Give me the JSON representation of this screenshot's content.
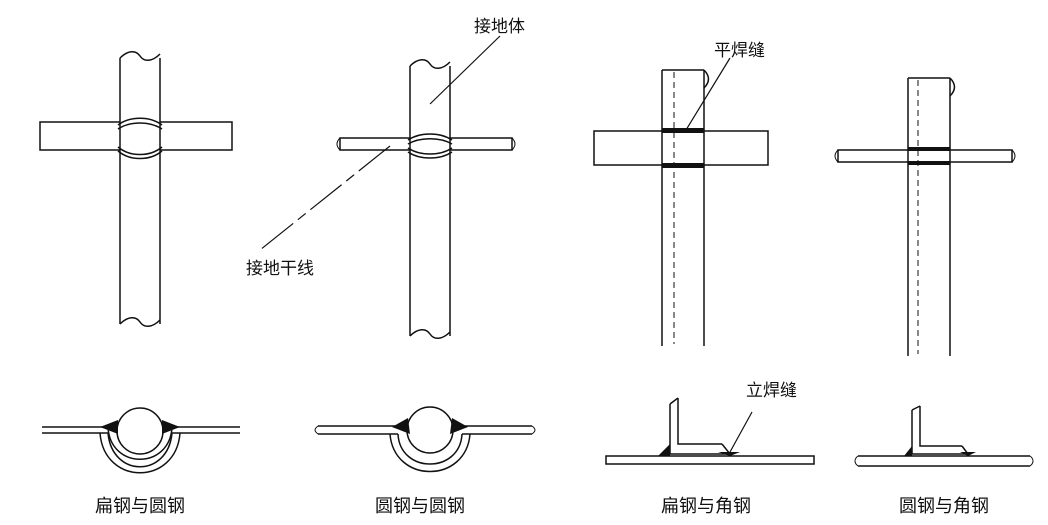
{
  "labels": {
    "ground_body": "接地体",
    "ground_trunk": "接地干线",
    "flat_weld": "平焊缝",
    "vertical_weld": "立焊缝"
  },
  "captions": [
    "扁钢与圆钢",
    "圆钢与圆钢",
    "扁钢与角钢",
    "圆钢与角钢"
  ]
}
